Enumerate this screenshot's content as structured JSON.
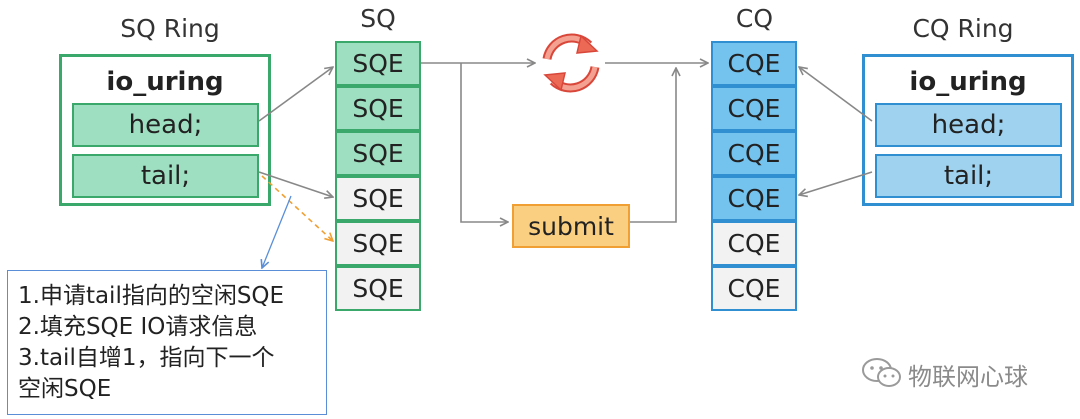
{
  "sq_ring": {
    "title": "SQ Ring",
    "struct_name": "io_uring",
    "fields": [
      "head;",
      "tail;"
    ]
  },
  "sq": {
    "title": "SQ",
    "cells": [
      "SQE",
      "SQE",
      "SQE",
      "SQE",
      "SQE",
      "SQE"
    ],
    "used_count": 3
  },
  "cq": {
    "title": "CQ",
    "cells": [
      "CQE",
      "CQE",
      "CQE",
      "CQE",
      "CQE",
      "CQE"
    ],
    "used_count": 4
  },
  "cq_ring": {
    "title": "CQ Ring",
    "struct_name": "io_uring",
    "fields": [
      "head;",
      "tail;"
    ]
  },
  "submit_label": "submit",
  "cycle_icon": "refresh-cycle-icon",
  "note_lines": [
    "1.申请tail指向的空闲SQE",
    "2.填充SQE IO请求信息",
    "3.tail自增1，指向下一个",
    "空闲SQE"
  ],
  "watermark": "物联网心球",
  "colors": {
    "sq_green": "#3aa86a",
    "sq_fill": "#9ddfc0",
    "cq_blue": "#2f8fd1",
    "cq_fill": "#74c2ee",
    "free_fill": "#f2f2f2",
    "submit_fill": "#fbcf82",
    "cycle_red": "#ec6a55",
    "dashed_orange": "#f0a033"
  }
}
